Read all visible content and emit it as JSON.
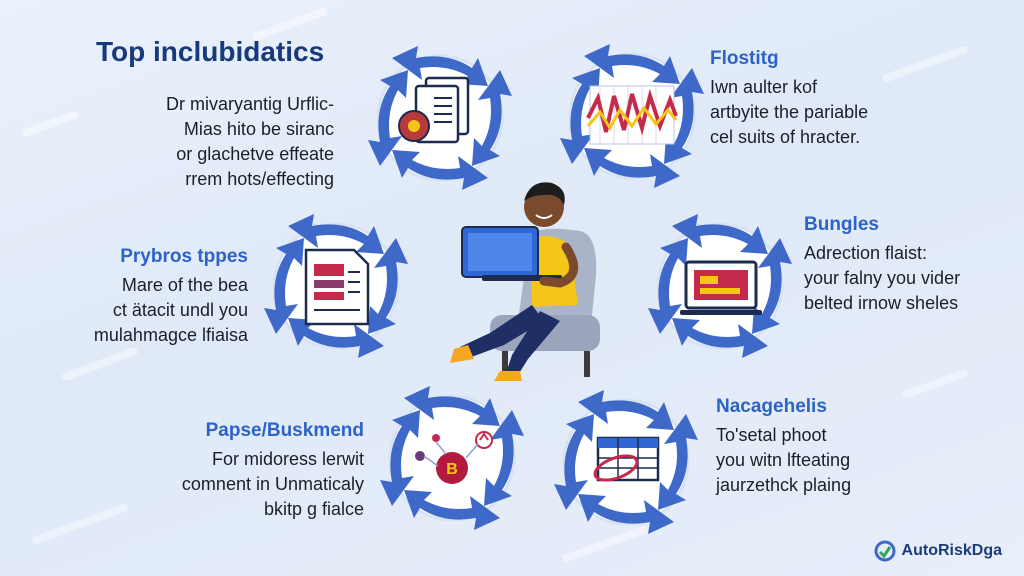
{
  "title": "Top inclubidatics",
  "blocks": {
    "top_left": {
      "heading": "",
      "lines": [
        "Dr mivaryantig Urflic-",
        "Mias hito be siranc",
        "or glachetve effeate",
        "rrem hots/effecting"
      ]
    },
    "top_right": {
      "heading": "Flostitg",
      "lines": [
        "Iwn aulter kof",
        "artbyite the pariable",
        "cel suits of hracter."
      ]
    },
    "mid_left": {
      "heading": "Prybros tppes",
      "lines": [
        "Mare of the bea",
        "ct ätacit undl you",
        "mulahmagce lfiaisa"
      ]
    },
    "mid_right": {
      "heading": "Bungles",
      "lines": [
        "Adrection flaist:",
        "your falny you vider",
        "belted irnow sheles"
      ]
    },
    "bottom_left": {
      "heading": "Papse/Buskmend",
      "lines": [
        "For midoress lerwit",
        "comnent in Unmaticaly",
        "bkitp g fialce"
      ]
    },
    "bottom_right": {
      "heading": "Nacagehelis",
      "lines": [
        "To'setal phoot",
        "you witn lfteating",
        "jaurzethck plaing"
      ]
    }
  },
  "icons": {
    "c1": "document-gear-icon",
    "c2": "wave-chart-icon",
    "c3": "report-document-icon",
    "c4": "laptop-dashboard-icon",
    "c5": "coin-network-icon",
    "c6": "table-link-icon"
  },
  "colors": {
    "title": "#183a7a",
    "heading": "#2d63c8",
    "arrow": "#3f69c9",
    "accent_red": "#c62a4b",
    "accent_yellow": "#f5c518",
    "laptop": "#2f67d6"
  },
  "brand": "AutoRiskDga"
}
